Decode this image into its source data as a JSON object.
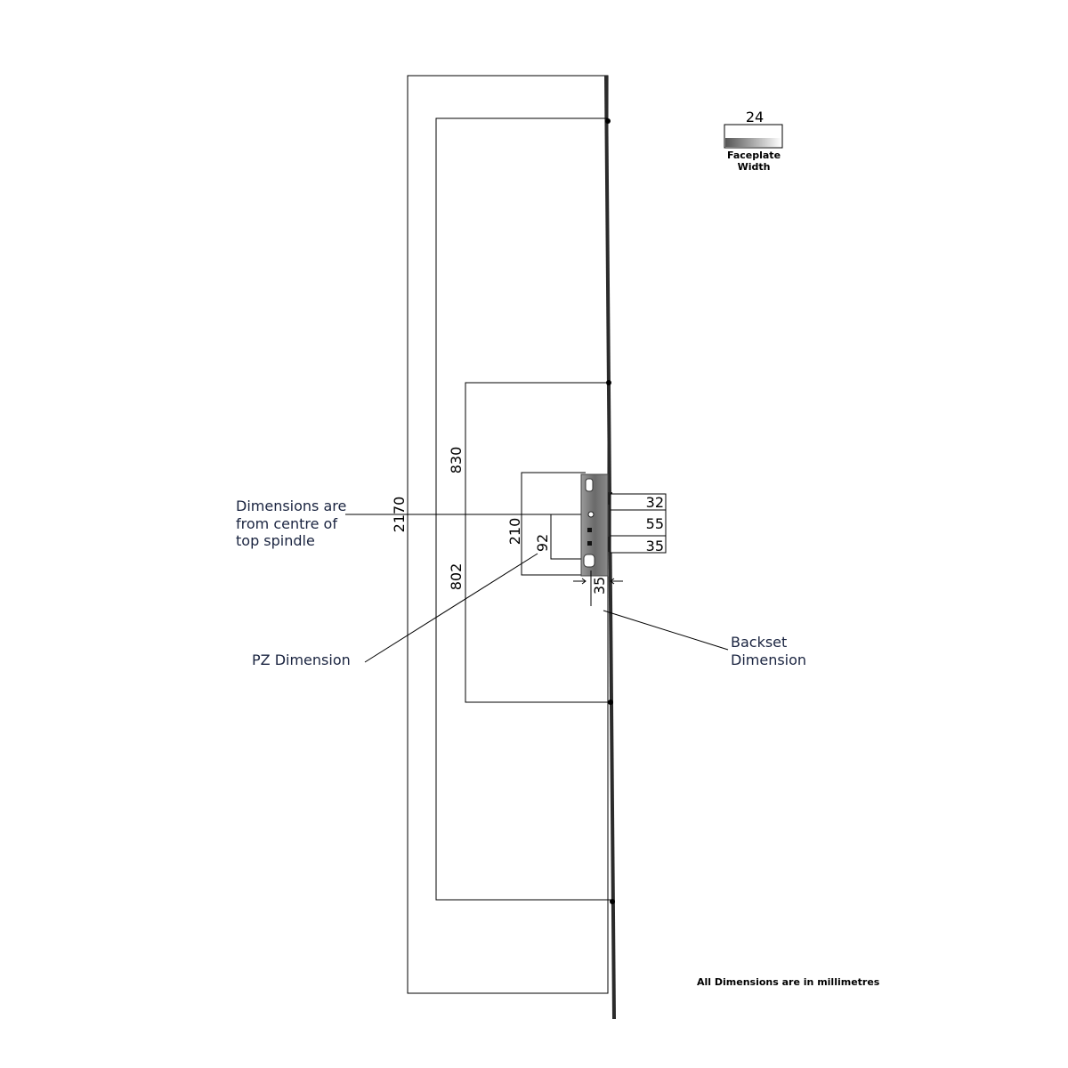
{
  "faceplate": {
    "width_value": "24",
    "caption_line1": "Faceplate",
    "caption_line2": "Width",
    "gradient_start": "#555555",
    "gradient_end": "#ffffff"
  },
  "dimensions": {
    "overall_height": "2170",
    "top_hook": "830",
    "bottom_hook": "802",
    "case_height": "210",
    "pz": "92",
    "backset": "35",
    "right_top": "32",
    "right_mid": "55",
    "right_bottom": "35"
  },
  "notes": {
    "origin_line1": "Dimensions are",
    "origin_line2": "from centre of",
    "origin_line3": "top spindle",
    "pz_label": "PZ Dimension",
    "backset_line1": "Backset",
    "backset_line2": "Dimension",
    "units": "All Dimensions are in millimetres"
  },
  "colors": {
    "line": "#000000",
    "text_note": "#1a2440",
    "lock_case": "#7a7a7a",
    "lock_body": "#5e5e5e",
    "rod": "#2b2b2b"
  }
}
